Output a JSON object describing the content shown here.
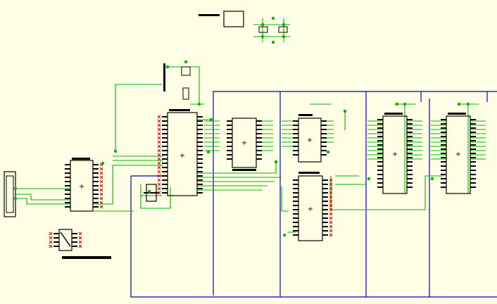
{
  "document": {
    "kind": "electronic schematic",
    "background_color": "#ffffe6"
  },
  "colors": {
    "wire": "#00b400",
    "bus": "#0000c8",
    "part": "#000000",
    "pin_marker": "#e00000",
    "junction": "#00b400"
  },
  "components": [
    {
      "id": "db9-connector",
      "type": "connector"
    },
    {
      "id": "level-shifter-ic",
      "type": "ic"
    },
    {
      "id": "microcontroller-ic",
      "type": "ic"
    },
    {
      "id": "crystal-oscillator",
      "type": "crystal"
    },
    {
      "id": "reset-circuit",
      "type": "passive-network"
    },
    {
      "id": "power-regulator",
      "type": "regulator"
    },
    {
      "id": "power-filter",
      "type": "capacitor-network"
    },
    {
      "id": "latch-ic-1",
      "type": "ic"
    },
    {
      "id": "latch-ic-2",
      "type": "ic"
    },
    {
      "id": "decoder-ic",
      "type": "ic"
    },
    {
      "id": "memory-ic-1",
      "type": "ic"
    },
    {
      "id": "memory-ic-2",
      "type": "ic"
    },
    {
      "id": "pushbutton-switch",
      "type": "switch"
    }
  ],
  "annotations": [
    {
      "text": "+",
      "marks": "ic-center"
    }
  ]
}
